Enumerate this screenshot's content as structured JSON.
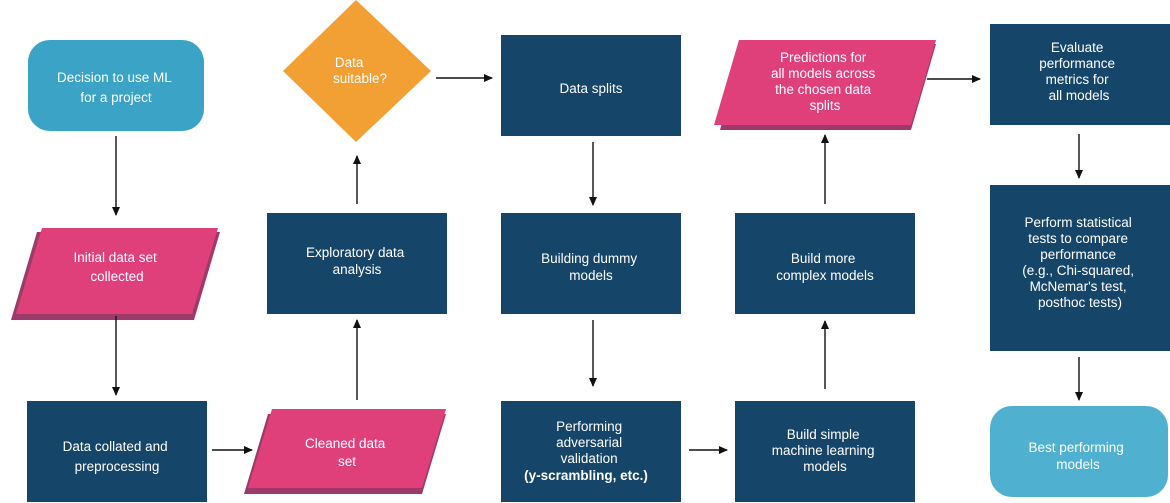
{
  "colors": {
    "dark_navy": "#16456a",
    "pink": "#e0407a",
    "pink_shadow": "#9e3a6a",
    "orange": "#f2a033",
    "teal": "#3aa3c6",
    "teal_light": "#4fb0cf",
    "arrow": "#111111"
  },
  "nodes": {
    "decision": {
      "lines": [
        "Decision to use ML",
        "for a project"
      ]
    },
    "initial_data": {
      "lines": [
        "Initial data set",
        "collected"
      ]
    },
    "collated": {
      "lines": [
        "Data collated and",
        "preprocessing"
      ]
    },
    "cleaned": {
      "lines": [
        "Cleaned data",
        "set"
      ]
    },
    "exploratory": {
      "lines": [
        "Exploratory data",
        "analysis"
      ]
    },
    "suitable": {
      "lines": [
        "Data",
        "suitable?"
      ]
    },
    "splits": {
      "lines": [
        "Data splits"
      ]
    },
    "dummy": {
      "lines": [
        "Building dummy",
        "models"
      ]
    },
    "adversarial": {
      "lines": [
        "Performing",
        "adversarial",
        "validation",
        "(y-scrambling, etc.)"
      ]
    },
    "simple": {
      "lines": [
        "Build simple",
        "machine learning",
        "models"
      ]
    },
    "complex": {
      "lines": [
        "Build more",
        "complex models"
      ]
    },
    "predictions": {
      "lines": [
        "Predictions for",
        "all models across",
        "the chosen data",
        "splits"
      ]
    },
    "evaluate": {
      "lines": [
        "Evaluate",
        "performance",
        "metrics for",
        "all models"
      ]
    },
    "statistical": {
      "lines": [
        "Perform statistical",
        "tests to compare",
        "performance",
        "(e.g., Chi-squared,",
        "McNemar's test,",
        "posthoc tests)"
      ]
    },
    "best": {
      "lines": [
        "Best performing",
        "models"
      ]
    }
  }
}
